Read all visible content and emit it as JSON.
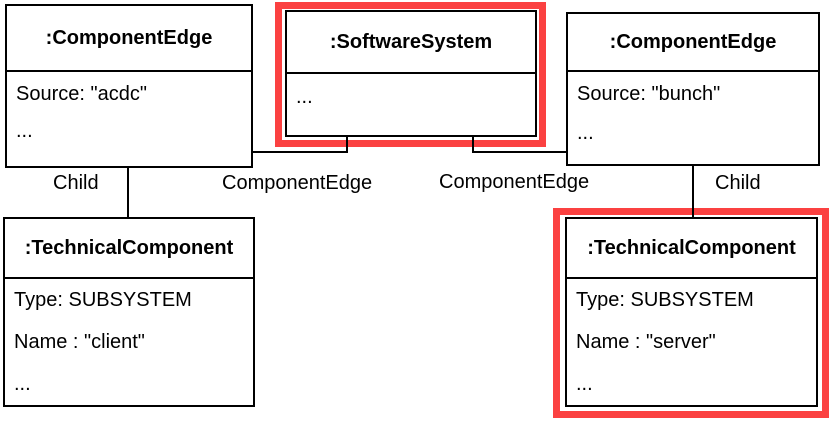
{
  "colors": {
    "highlight": "#fb4141",
    "line": "#000000",
    "background": "#ffffff"
  },
  "nodes": {
    "component_edge_left": {
      "title": ":ComponentEdge",
      "attributes": [
        "Source: \"acdc\"",
        "..."
      ]
    },
    "software_system": {
      "title": ":SoftwareSystem",
      "attributes": [
        "..."
      ],
      "highlighted": true
    },
    "component_edge_right": {
      "title": ":ComponentEdge",
      "attributes": [
        "Source: \"bunch\"",
        "..."
      ]
    },
    "technical_component_left": {
      "title": ":TechnicalComponent",
      "attributes": [
        "Type: SUBSYSTEM",
        "Name : \"client\"",
        "..."
      ]
    },
    "technical_component_right": {
      "title": ":TechnicalComponent",
      "attributes": [
        "Type: SUBSYSTEM",
        "Name : \"server\"",
        "..."
      ],
      "highlighted": true
    }
  },
  "edge_labels": {
    "child_left": "Child",
    "component_edge_left": "ComponentEdge",
    "component_edge_right": "ComponentEdge",
    "child_right": "Child"
  }
}
